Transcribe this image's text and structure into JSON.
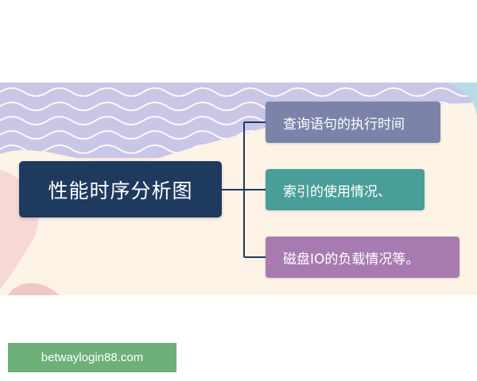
{
  "mindmap": {
    "root": {
      "label": "性能时序分析图"
    },
    "branches": [
      {
        "label": "查询语句的执行时间",
        "color": "#7b84a8"
      },
      {
        "label": "索引的使用情况、",
        "color": "#4a9e9a"
      },
      {
        "label": "磁盘IO的负载情况等。",
        "color": "#a87bb0"
      }
    ]
  },
  "footer": {
    "link_text": "betwaylogin88.com"
  },
  "colors": {
    "root": "#1e3a5f",
    "connector": "#1e3a5f",
    "wave_band": "#c9c6e8",
    "cream": "#fdf3e6",
    "pink": "#f6d9d6",
    "light_blue": "#b9dbe6",
    "footer_bg": "#6eb07a"
  }
}
